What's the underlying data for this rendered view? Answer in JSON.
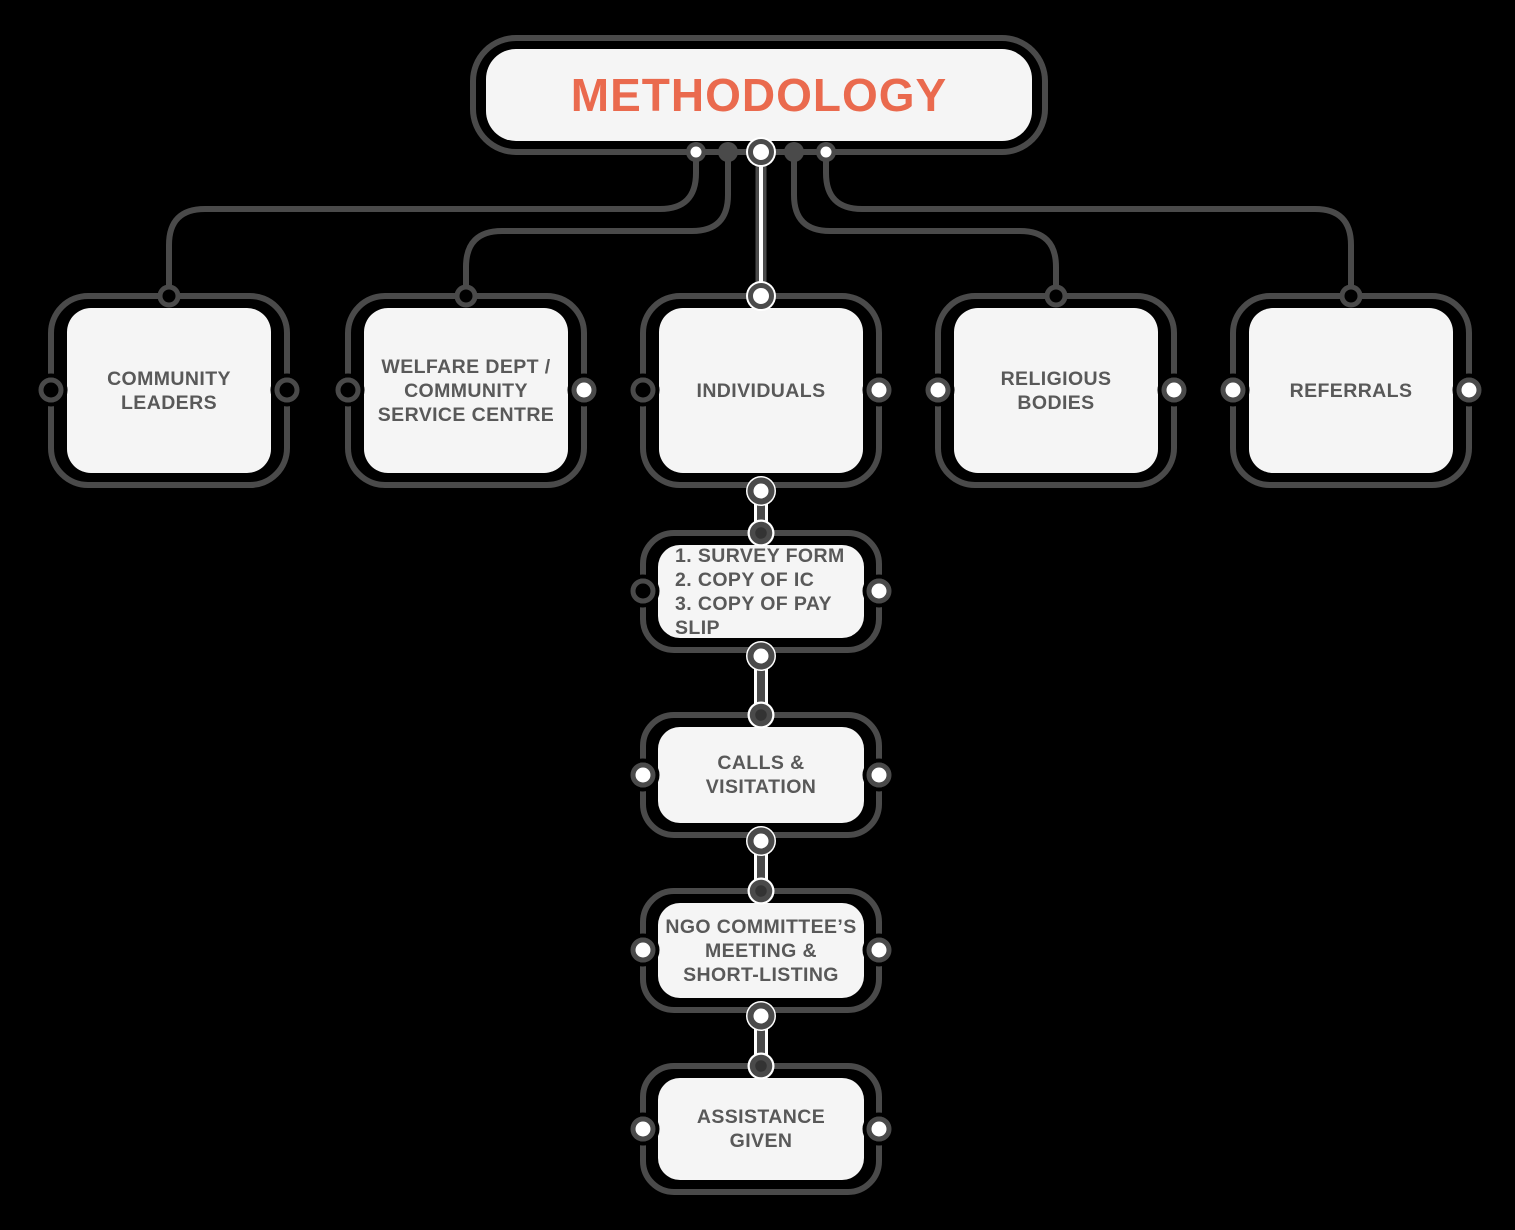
{
  "diagram": {
    "root": {
      "title": "METHODOLOGY"
    },
    "sources": [
      {
        "id": "community-leaders",
        "label": "COMMUNITY\nLEADERS"
      },
      {
        "id": "welfare-dept",
        "label": "WELFARE DEPT /\nCOMMUNITY\nSERVICE CENTRE"
      },
      {
        "id": "individuals",
        "label": "INDIVIDUALS"
      },
      {
        "id": "religious-bodies",
        "label": "RELIGIOUS\nBODIES"
      },
      {
        "id": "referrals",
        "label": "REFERRALS"
      }
    ],
    "steps": [
      {
        "id": "documents",
        "label": "1. SURVEY FORM\n2. COPY OF IC\n3. COPY OF PAY SLIP"
      },
      {
        "id": "calls-visitation",
        "label": "CALLS &\nVISITATION"
      },
      {
        "id": "ngo-committee",
        "label": "NGO COMMITTEE’S\nMEETING &\nSHORT-LISTING"
      },
      {
        "id": "assistance-given",
        "label": "ASSISTANCE\nGIVEN"
      }
    ],
    "colors": {
      "background": "#000000",
      "line": "#4a4a4a",
      "node_fill": "#f5f5f5",
      "node_text": "#595959",
      "title_text": "#ea6a4e",
      "connector_highlight": "#ffffff"
    }
  }
}
